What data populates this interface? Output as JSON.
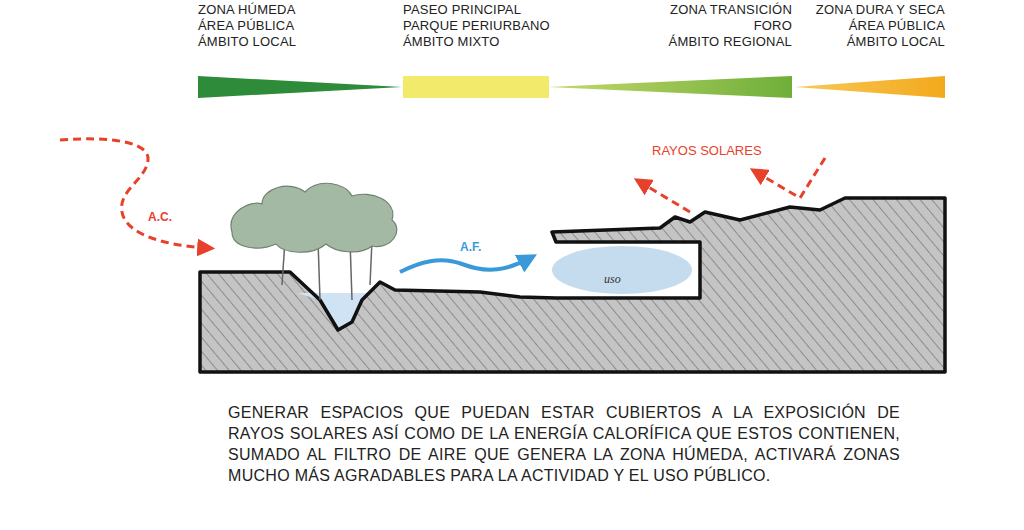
{
  "diagram": {
    "caption": "GENERAR ESPACIOS QUE PUEDAN ESTAR CUBIERTOS A LA EXPOSICIÓN DE RAYOS SOLARES ASÍ COMO DE LA ENERGÍA CALORÍFICA QUE ESTOS CONTIENEN, SUMADO AL FILTRO DE AIRE QUE GENERA LA ZONA HÚMEDA, ACTIVARÁ ZONAS MUCHO MÁS AGRADABLES PARA LA ACTIVIDAD Y EL USO PÚBLICO.",
    "nodes": [
      {
        "text": [
          "ZONA HÚMEDA",
          "ÁREA PÚBLICA",
          "ÁMBITO LOCAL"
        ]
      },
      {
        "text": [
          "PASEO PRINCIPAL",
          "PARQUE PERIURBANO",
          "ÁMBITO MIXTO"
        ]
      },
      {
        "text": [
          "ZONA TRANSICIÓN",
          "FORO",
          "ÁMBITO REGIONAL"
        ]
      },
      {
        "text": [
          "ZONA DURA Y SECA",
          "ÁREA PÚBLICA",
          "ÁMBITO LOCAL"
        ]
      }
    ],
    "labels": [
      "A.C.",
      "A.F.",
      "RAYOS SOLARES",
      "uso"
    ]
  }
}
